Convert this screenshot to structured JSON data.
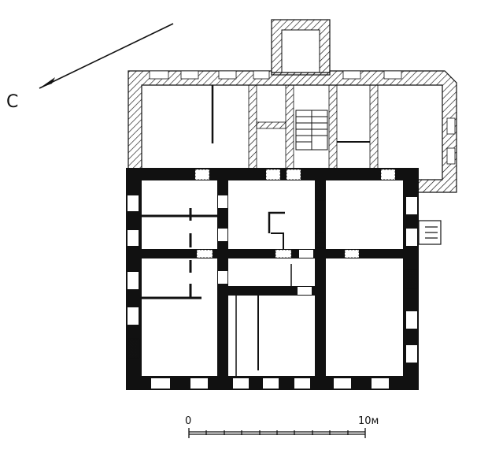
{
  "compass": {
    "label": "С",
    "icon": "north-arrow-icon"
  },
  "scale_bar": {
    "start_label": "0",
    "end_label": "10м"
  },
  "colors": {
    "ink": "#111111",
    "paper": "#ffffff",
    "hatch": "#111111"
  }
}
